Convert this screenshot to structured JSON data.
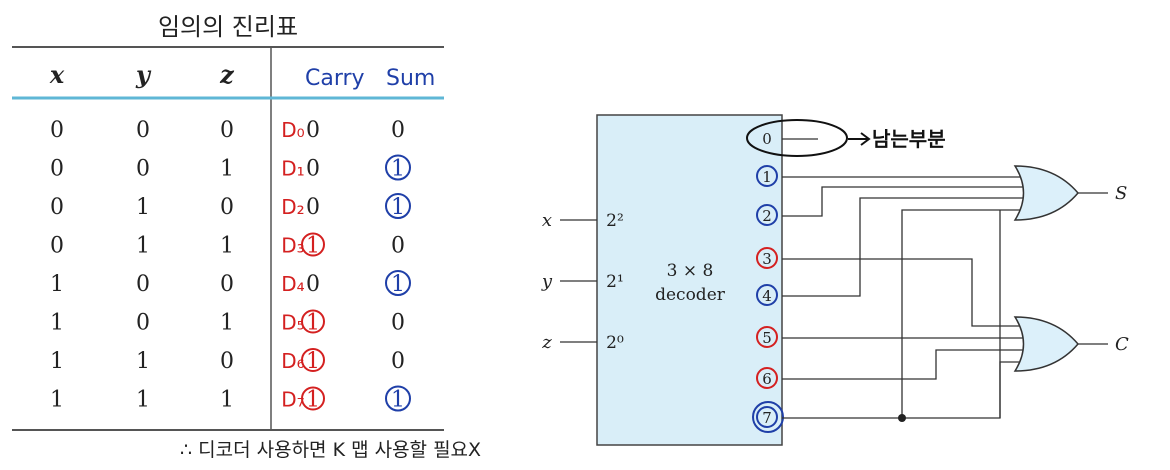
{
  "table": {
    "title": "임의의 진리표",
    "headers": {
      "x": "x",
      "y": "y",
      "z": "z",
      "carry": "Carry",
      "sum": "Sum"
    },
    "rows": [
      {
        "x": "0",
        "y": "0",
        "z": "0",
        "d": "D₀",
        "carry": "0",
        "sum": "0",
        "carry_circled": false,
        "sum_circled": false
      },
      {
        "x": "0",
        "y": "0",
        "z": "1",
        "d": "D₁",
        "carry": "0",
        "sum": "1",
        "carry_circled": false,
        "sum_circled": true
      },
      {
        "x": "0",
        "y": "1",
        "z": "0",
        "d": "D₂",
        "carry": "0",
        "sum": "1",
        "carry_circled": false,
        "sum_circled": true
      },
      {
        "x": "0",
        "y": "1",
        "z": "1",
        "d": "D₃",
        "carry": "1",
        "sum": "0",
        "carry_circled": true,
        "sum_circled": false
      },
      {
        "x": "1",
        "y": "0",
        "z": "0",
        "d": "D₄",
        "carry": "0",
        "sum": "1",
        "carry_circled": false,
        "sum_circled": true
      },
      {
        "x": "1",
        "y": "0",
        "z": "1",
        "d": "D₅",
        "carry": "1",
        "sum": "0",
        "carry_circled": true,
        "sum_circled": false
      },
      {
        "x": "1",
        "y": "1",
        "z": "0",
        "d": "D₆",
        "carry": "1",
        "sum": "0",
        "carry_circled": true,
        "sum_circled": false
      },
      {
        "x": "1",
        "y": "1",
        "z": "1",
        "d": "D₇",
        "carry": "1",
        "sum": "1",
        "carry_circled": true,
        "sum_circled": true
      }
    ],
    "footnote": "∴ 디코더 사용하면 K 맵 사용할 필요X"
  },
  "decoder": {
    "label_line1": "3 × 8",
    "label_line2": "decoder",
    "inputs": [
      {
        "name": "x",
        "weight": "2²"
      },
      {
        "name": "y",
        "weight": "2¹"
      },
      {
        "name": "z",
        "weight": "2⁰"
      }
    ],
    "outputs": [
      "0",
      "1",
      "2",
      "3",
      "4",
      "5",
      "6",
      "7"
    ],
    "leftover_note": "남는부분",
    "or_outputs": {
      "sum": "S",
      "carry": "C"
    }
  },
  "colors": {
    "red": "#d42020",
    "blue": "#1f3fa8",
    "teal": "#5fb7d6",
    "decoder_fill": "#d9eef8",
    "gate_fill": "#dcf0fa",
    "ink": "#222222"
  }
}
